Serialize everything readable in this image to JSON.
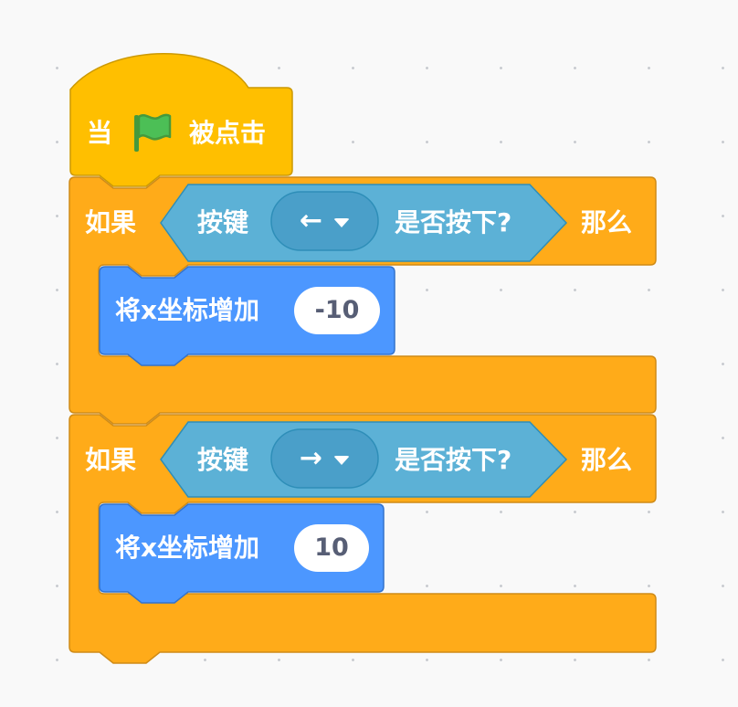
{
  "colors": {
    "events": "#FFBF00",
    "control": "#FFAB19",
    "sensing": "#5CB1D6",
    "sensing_field": "#4A9FC9",
    "motion": "#4C97FF",
    "flag": "#4CBF56"
  },
  "hat_block": {
    "prefix": "当",
    "icon": "green-flag-icon",
    "suffix": "被点击"
  },
  "if_blocks": [
    {
      "if_label": "如果",
      "then_label": "那么",
      "condition": {
        "label": "按键",
        "key": "←",
        "question": "是否按下?"
      },
      "action": {
        "label": "将x坐标增加",
        "value": "-10"
      }
    },
    {
      "if_label": "如果",
      "then_label": "那么",
      "condition": {
        "label": "按键",
        "key": "→",
        "question": "是否按下?"
      },
      "action": {
        "label": "将x坐标增加",
        "value": "10"
      }
    }
  ]
}
